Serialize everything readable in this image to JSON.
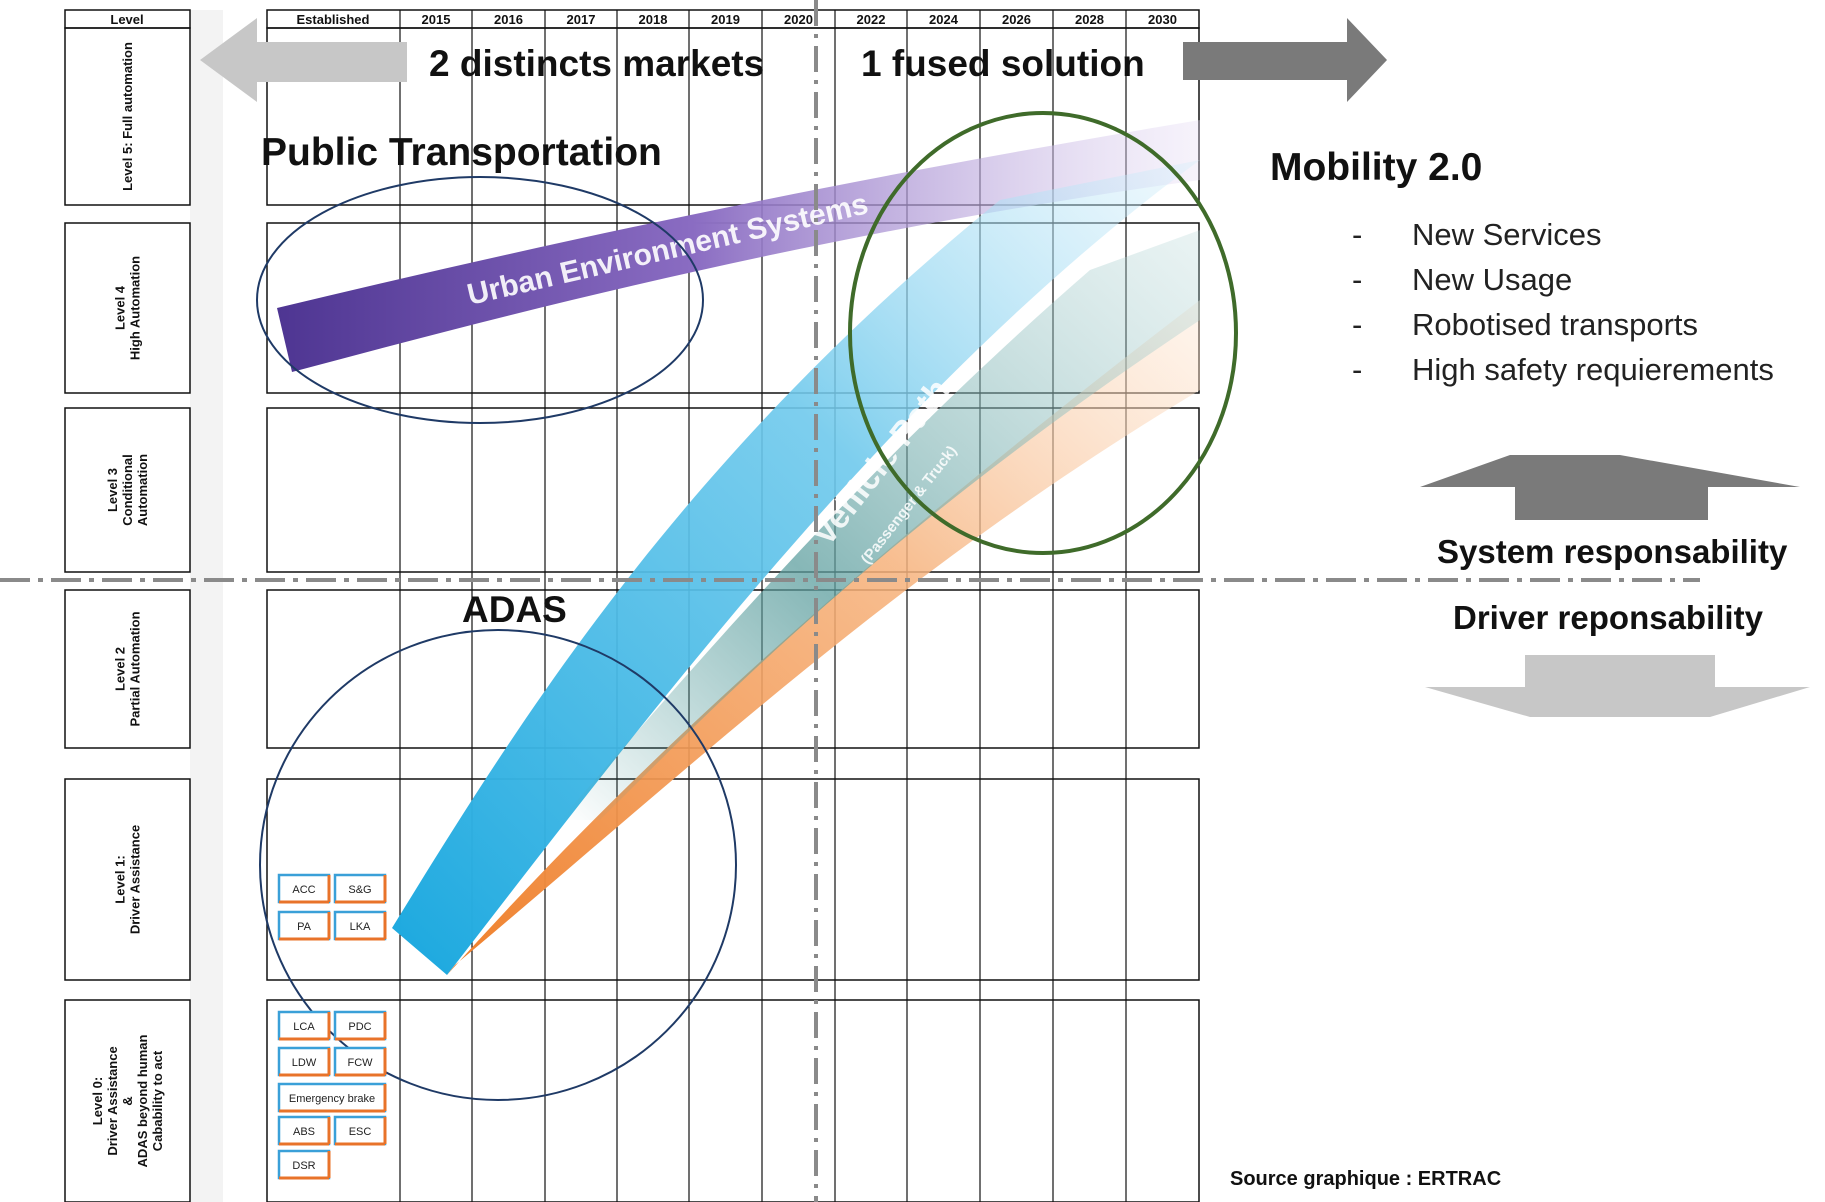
{
  "header": {
    "level_col": "Level",
    "established_col": "Established",
    "years": [
      "2015",
      "2016",
      "2017",
      "2018",
      "2019",
      "2020",
      "2022",
      "2024",
      "2026",
      "2028",
      "2030"
    ]
  },
  "levels": [
    {
      "lines": [
        "Level 5: Full automation"
      ]
    },
    {
      "lines": [
        "Level 4",
        "High Automation"
      ]
    },
    {
      "lines": [
        "Level 3",
        "Conditional",
        "Automation"
      ]
    },
    {
      "lines": [
        "Level 2",
        "Partial Automation"
      ]
    },
    {
      "lines": [
        "Level 1:",
        "Driver Assistance"
      ]
    },
    {
      "lines": [
        "Level 0:",
        "Driver Assistance",
        "&",
        "ADAS beyond human",
        "Cabability to act"
      ]
    }
  ],
  "top_banner": {
    "left_text": "2 distincts markets",
    "right_text": "1 fused solution"
  },
  "labels": {
    "public_transportation": "Public Transportation",
    "urban_band": "Urban Environment Systems",
    "vehicle_path": "Vehicle Path",
    "vehicle_path_sub": "(Passenger & Truck)",
    "adas": "ADAS",
    "mobility_title": "Mobility 2.0",
    "system_resp": "System responsability",
    "driver_resp": "Driver reponsability",
    "source": "Source graphique : ERTRAC"
  },
  "mobility_bullets": [
    "New Services",
    "New Usage",
    "Robotised transports",
    "High safety requierements"
  ],
  "level1_features": [
    "ACC",
    "S&G",
    "PA",
    "LKA"
  ],
  "level0_features": [
    "LCA",
    "PDC",
    "LDW",
    "FCW",
    "Emergency brake",
    "ABS",
    "ESC",
    "DSR"
  ],
  "colors": {
    "urban_band": "#6a4fa8",
    "blue_band": "#29aee0",
    "orange_band": "#f08a3a",
    "ellipse_navy": "#1f3a66",
    "ellipse_green": "#3f6b2a",
    "arrow_light": "#c7c7c7",
    "arrow_dark": "#7a7a7a",
    "feature_border_blue": "#3aa0d8",
    "feature_border_orange": "#e8732a"
  }
}
